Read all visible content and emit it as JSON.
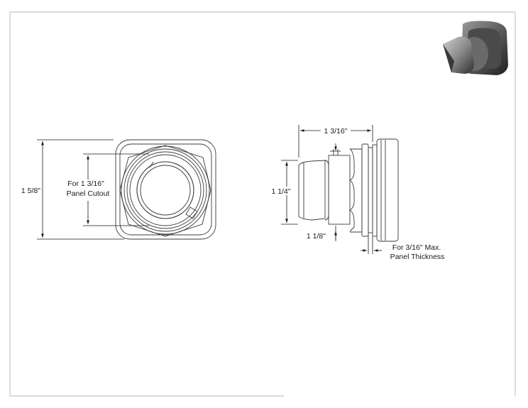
{
  "drawing": {
    "front_view": {
      "overall_height_label": "1 5/8\"",
      "cutout_label_line1": "For 1 3/16\"",
      "cutout_label_line2": "Panel Cutout"
    },
    "side_view": {
      "depth_label": "1 3/16\"",
      "height_label": "1 1/4\"",
      "knob_label": "1 1/8\"",
      "panel_label_line1": "For 3/16\" Max.",
      "panel_label_line2": "Panel Thickness"
    },
    "colors": {
      "line": "#3a3a3a",
      "dimension": "#1a1a1a",
      "border": "#b8b8b8"
    },
    "icons": [
      "product-render-icon"
    ]
  }
}
